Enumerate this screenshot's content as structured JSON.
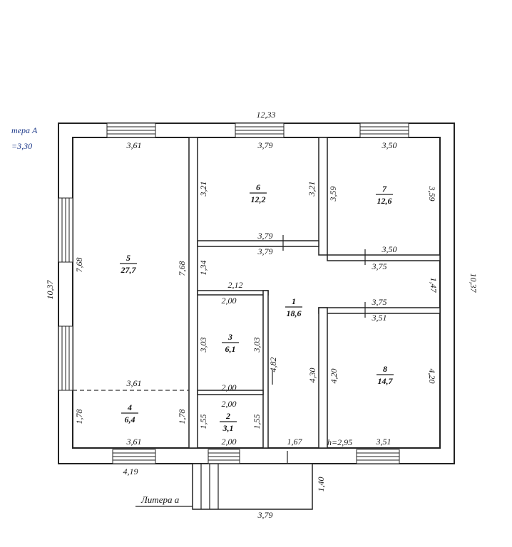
{
  "litera_main": {
    "line1": "тера А",
    "line2": "=3,30"
  },
  "litera_small": "Литера а",
  "height_note": "h=2,95",
  "rooms": [
    {
      "number": "1",
      "area": "18,6"
    },
    {
      "number": "2",
      "area": "3,1"
    },
    {
      "number": "3",
      "area": "6,1"
    },
    {
      "number": "4",
      "area": "6,4"
    },
    {
      "number": "5",
      "area": "27,7"
    },
    {
      "number": "6",
      "area": "12,2"
    },
    {
      "number": "7",
      "area": "12,6"
    },
    {
      "number": "8",
      "area": "14,7"
    }
  ],
  "dimensions": {
    "overall_top": "12,33",
    "overall_left": "10,37",
    "overall_right": "10,37",
    "r5_top": "3,61",
    "r5_inner_left": "7,68",
    "r5_inner_right": "7,68",
    "r5_bottom": "3,61",
    "r6_top": "3,79",
    "r6_left": "3,21",
    "r6_right": "3,21",
    "r6_bottom": "3,79",
    "r7_top": "3,50",
    "r7_left": "3,59",
    "r7_right": "3,59",
    "r7_bottom": "3,50",
    "hall_top": "3,79",
    "hall_left": "1,34",
    "hall_right_upper": "3,75",
    "hall_right_mid": "1,47",
    "r3_top_outer": "2,12",
    "r3_top": "2,00",
    "r3_left": "3,03",
    "r3_right": "3,03",
    "r3_bottom": "2,00",
    "hall_inner": "4,82",
    "hall_vertical": "4,30",
    "r8_top_outer": "3,75",
    "r8_top": "3,51",
    "r8_left": "4,20",
    "r8_right": "4,20",
    "r8_bottom": "3,51",
    "r2_top": "2,00",
    "r2_left": "1,55",
    "r2_right": "1,55",
    "r2_bottom": "2,00",
    "r4_top": "3,61",
    "r4_left": "1,78",
    "r4_right": "1,78",
    "r4_bottom": "3,61",
    "hall_bottom": "1,67",
    "bottom_left": "4,19",
    "porch_bottom": "3,79",
    "porch_side": "1,40"
  }
}
